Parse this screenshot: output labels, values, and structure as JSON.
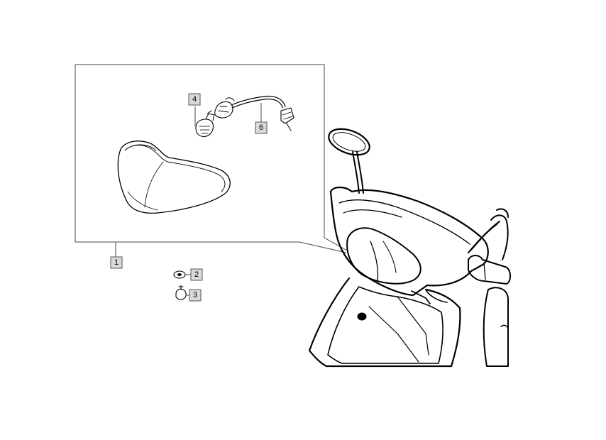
{
  "diagram": {
    "callouts": [
      {
        "id": "part-1",
        "label": "1"
      },
      {
        "id": "part-2",
        "label": "2"
      },
      {
        "id": "part-3",
        "label": "3"
      },
      {
        "id": "part-4",
        "label": "4"
      },
      {
        "id": "part-6",
        "label": "6"
      }
    ],
    "colors": {
      "line": "#000000",
      "callout_fill": "#d9d9d9",
      "callout_border": "#555555"
    }
  }
}
